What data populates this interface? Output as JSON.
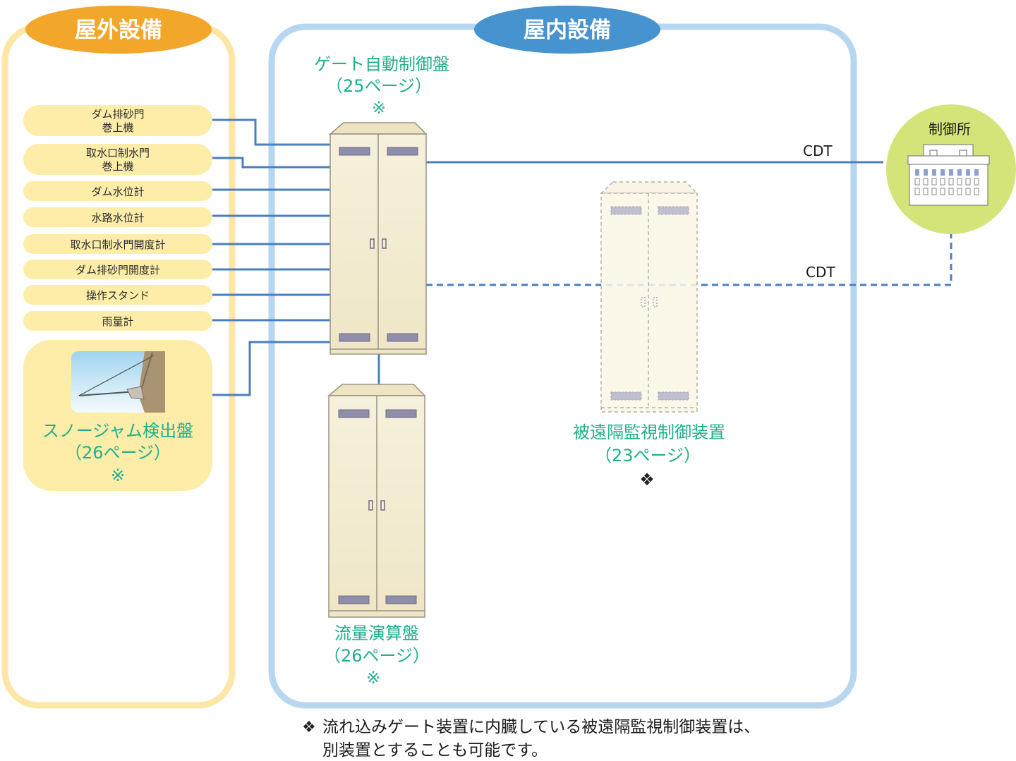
{
  "outdoor": {
    "header": "屋外設備",
    "items": [
      {
        "line1": "ダム排砂門",
        "line2": "巻上機"
      },
      {
        "line1": "取水口制水門",
        "line2": "巻上機"
      },
      {
        "line1": "ダム水位計"
      },
      {
        "line1": "水路水位計"
      },
      {
        "line1": "取水口制水門開度計"
      },
      {
        "line1": "ダム排砂門開度計"
      },
      {
        "line1": "操作スタンド"
      },
      {
        "line1": "雨量計"
      }
    ],
    "snow": {
      "title": "スノージャム検出盤",
      "page": "（26ページ）",
      "mark": "※"
    }
  },
  "indoor": {
    "header": "屋内設備",
    "gate": {
      "title": "ゲート自動制御盤",
      "page": "（25ページ）",
      "mark": "※"
    },
    "flow": {
      "title": "流量演算盤",
      "page": "（26ページ）",
      "mark": "※"
    },
    "remote": {
      "title": "被遠隔監視制御装置",
      "page": "（23ページ）",
      "mark": "❖"
    }
  },
  "control": {
    "label": "制御所"
  },
  "links": {
    "cdt_top": "CDT",
    "cdt_bottom": "CDT"
  },
  "footnote": {
    "mark": "❖",
    "line1": "流れ込みゲート装置に内臓している被遠隔監視制御装置は、",
    "line2": "別装置とすることも可能です。"
  },
  "colors": {
    "outdoor_frame": "#fde6a6",
    "outdoor_header": "#f2a62a",
    "outdoor_item": "#fdeda9",
    "indoor_frame": "#b7d6ef",
    "indoor_header": "#4693cf",
    "line": "#4a7fc0",
    "teal_text": "#1fae8e",
    "control_circle": "#d5e479",
    "cabinet": "#f7f1dc"
  }
}
